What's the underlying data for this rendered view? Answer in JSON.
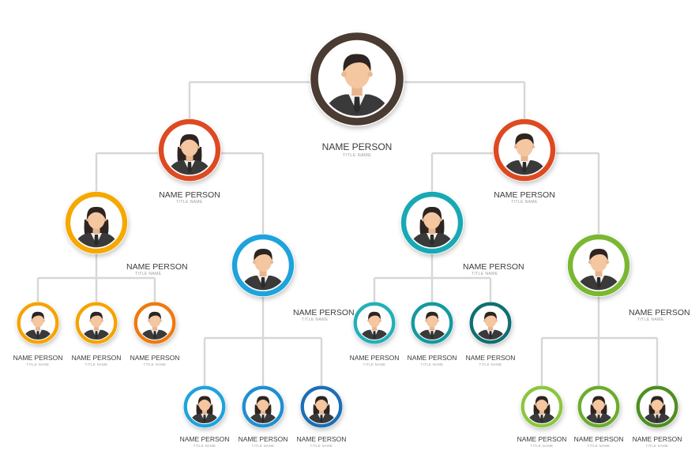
{
  "colors": {
    "connector": "#d7d7d7",
    "skin": "#f4c7a1",
    "suit": "#3a3a3a",
    "shirt": "#f2f2f2",
    "tie": "#2b2b2b",
    "hair_dark": "#2e2522",
    "text_name": "#3c3c3c",
    "text_title": "#9a9a9a"
  },
  "nodes": [
    {
      "id": "ceo",
      "name": "NAME PERSON",
      "title": "TITLE NAME",
      "color": "#4a3c32",
      "avatar": "male-avatar-icon"
    },
    {
      "id": "vp1",
      "name": "NAME PERSON",
      "title": "TITLE NAME",
      "color": "#dd4a22",
      "avatar": "female-avatar-icon"
    },
    {
      "id": "vp2",
      "name": "NAME PERSON",
      "title": "TITLE NAME",
      "color": "#dd4a22",
      "avatar": "male-avatar-icon"
    },
    {
      "id": "m1",
      "name": "NAME PERSON",
      "title": "TITLE NAME",
      "color": "#f5a800",
      "avatar": "female-avatar-icon"
    },
    {
      "id": "m2",
      "name": "NAME PERSON",
      "title": "TITLE NAME",
      "color": "#1fa3dc",
      "avatar": "male-avatar-icon"
    },
    {
      "id": "m3",
      "name": "NAME PERSON",
      "title": "TITLE NAME",
      "color": "#17a9b4",
      "avatar": "female-avatar-icon"
    },
    {
      "id": "m4",
      "name": "NAME PERSON",
      "title": "TITLE NAME",
      "color": "#7ab833",
      "avatar": "male-avatar-icon"
    },
    {
      "id": "s1",
      "name": "NAME PERSON",
      "title": "TITLE NAME",
      "color": "#f5a300",
      "avatar": "male-avatar-icon"
    },
    {
      "id": "s2",
      "name": "NAME PERSON",
      "title": "TITLE NAME",
      "color": "#f5a300",
      "avatar": "male-avatar-icon"
    },
    {
      "id": "s3",
      "name": "NAME PERSON",
      "title": "TITLE NAME",
      "color": "#ee7a10",
      "avatar": "male-avatar-icon"
    },
    {
      "id": "s4",
      "name": "NAME PERSON",
      "title": "TITLE NAME",
      "color": "#1fa3dc",
      "avatar": "female-avatar-icon"
    },
    {
      "id": "s5",
      "name": "NAME PERSON",
      "title": "TITLE NAME",
      "color": "#1f8fd0",
      "avatar": "female-avatar-icon"
    },
    {
      "id": "s6",
      "name": "NAME PERSON",
      "title": "TITLE NAME",
      "color": "#1d6fb5",
      "avatar": "female-avatar-icon"
    },
    {
      "id": "s7",
      "name": "NAME PERSON",
      "title": "TITLE NAME",
      "color": "#22b0ba",
      "avatar": "male-avatar-icon"
    },
    {
      "id": "s8",
      "name": "NAME PERSON",
      "title": "TITLE NAME",
      "color": "#14999f",
      "avatar": "male-avatar-icon"
    },
    {
      "id": "s9",
      "name": "NAME PERSON",
      "title": "TITLE NAME",
      "color": "#106f72",
      "avatar": "male-avatar-icon"
    },
    {
      "id": "s10",
      "name": "NAME PERSON",
      "title": "TITLE NAME",
      "color": "#8cc63f",
      "avatar": "female-avatar-icon"
    },
    {
      "id": "s11",
      "name": "NAME PERSON",
      "title": "TITLE NAME",
      "color": "#6aad2e",
      "avatar": "female-avatar-icon"
    },
    {
      "id": "s12",
      "name": "NAME PERSON",
      "title": "TITLE NAME",
      "color": "#4f8f22",
      "avatar": "female-avatar-icon"
    }
  ],
  "edges": [
    [
      "ceo",
      "vp1"
    ],
    [
      "ceo",
      "vp2"
    ],
    [
      "vp1",
      "m1"
    ],
    [
      "vp1",
      "m2"
    ],
    [
      "vp2",
      "m3"
    ],
    [
      "vp2",
      "m4"
    ],
    [
      "m1",
      "s1"
    ],
    [
      "m1",
      "s2"
    ],
    [
      "m1",
      "s3"
    ],
    [
      "m2",
      "s4"
    ],
    [
      "m2",
      "s5"
    ],
    [
      "m2",
      "s6"
    ],
    [
      "m3",
      "s7"
    ],
    [
      "m3",
      "s8"
    ],
    [
      "m3",
      "s9"
    ],
    [
      "m4",
      "s10"
    ],
    [
      "m4",
      "s11"
    ],
    [
      "m4",
      "s12"
    ]
  ]
}
